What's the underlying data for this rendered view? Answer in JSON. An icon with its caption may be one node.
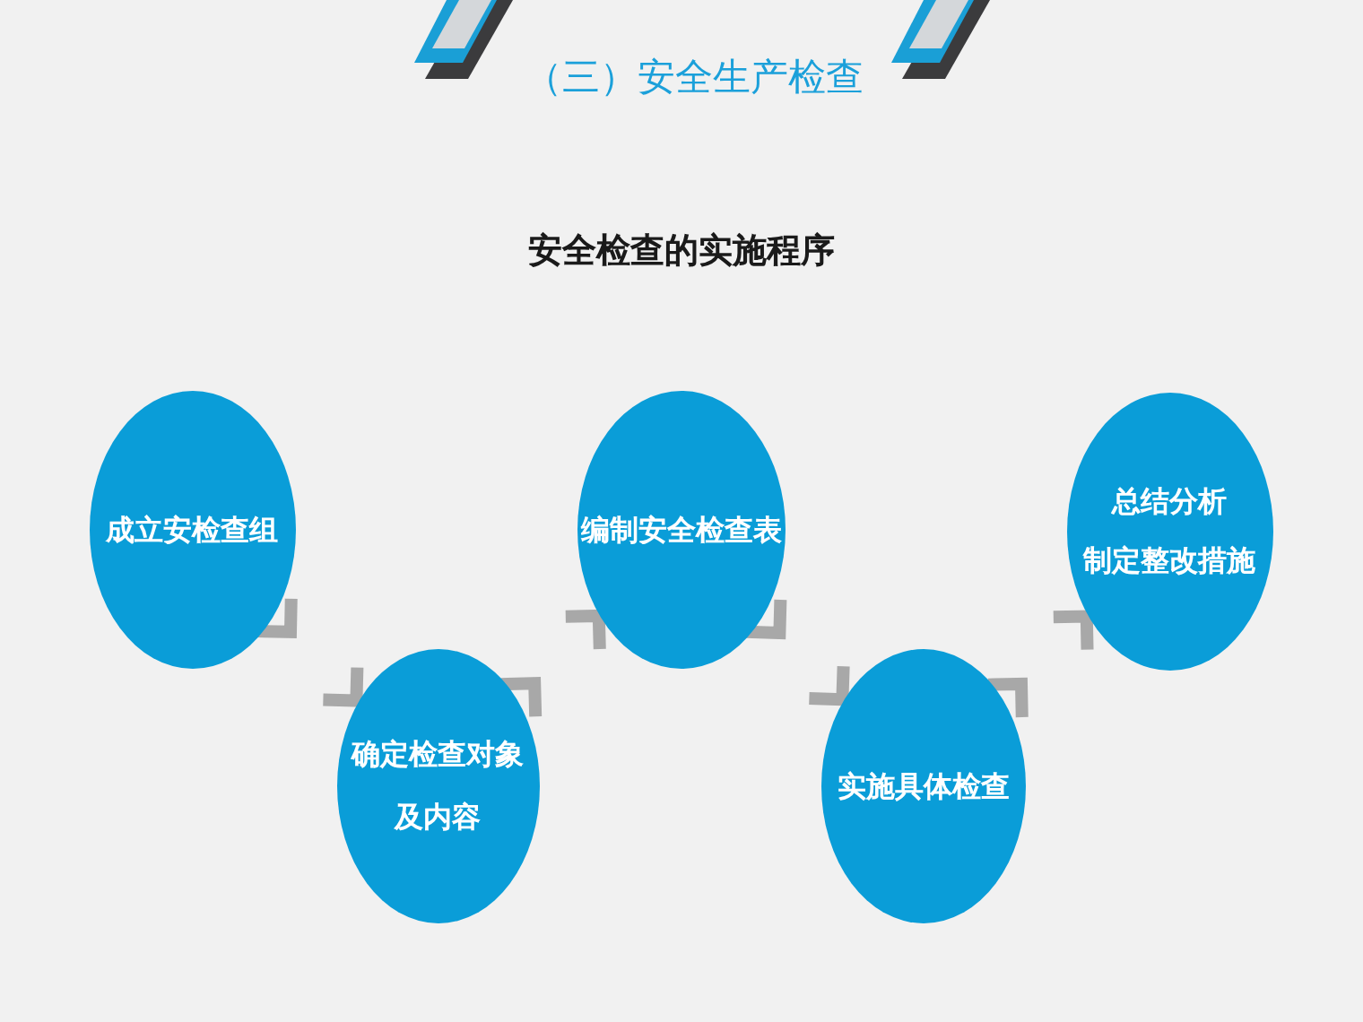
{
  "diagram": {
    "title": "（三）安全生产检查",
    "nodes": [
      {
        "text": [
          "成立安检查组"
        ]
      },
      {
        "text": [
          "确定检查对象及内容"
        ]
      },
      {
        "text": [
          "编制安全检查表"
        ]
      },
      {
        "text": [
          "实施具体检查"
        ]
      },
      {
        "text": [
          "总结分析",
          "制定整改措施"
        ]
      }
    ],
    "edges": [
      {
        "from": 0,
        "to": 1,
        "arrow": "to"
      },
      {
        "from": 1,
        "to": 2,
        "arrow": "to"
      },
      {
        "from": 2,
        "to": 3,
        "arrow": "to"
      },
      {
        "from": 3,
        "to": 4,
        "arrow": "to"
      }
    ],
    "labels": [
      "安全检查的实施程序"
    ]
  }
}
